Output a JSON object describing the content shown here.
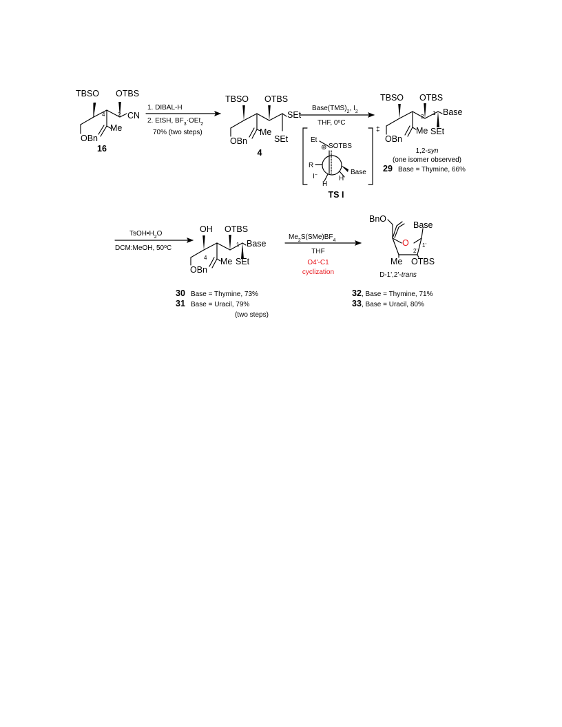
{
  "colors": {
    "text": "#000000",
    "accent_red": "#e8161b",
    "background": "#ffffff"
  },
  "compound16": {
    "tbso": "TBSO",
    "otbs": "OTBS",
    "cn": "CN",
    "c4": "4",
    "c2": "2",
    "me": "Me",
    "obn": "OBn",
    "label": "16"
  },
  "arrow1": {
    "step1": "1. DIBAL-H",
    "step2a": "2. EtSH, BF",
    "sub3": "3",
    "step2b": "·OEt",
    "sub2": "2",
    "yield": "70% (two steps)"
  },
  "compound4": {
    "tbso": "TBSO",
    "otbs": "OTBS",
    "set1": "SEt",
    "set2": "SEt",
    "me": "Me",
    "obn": "OBn",
    "label": "4"
  },
  "arrow2": {
    "reagent": "Base(TMS)",
    "sub2": "2",
    "reagent2": ", I",
    "sub2b": "2",
    "cond": "THF, 0",
    "deg": "o",
    "unit": "C"
  },
  "ts": {
    "et": "Et",
    "plus": "⊕",
    "sotbs": "SOTBS",
    "r": "R",
    "i": "I",
    "iminus": "−",
    "h1": "H",
    "h2": "H",
    "base": "Base",
    "dagger": "‡",
    "label": "TS I"
  },
  "compound29": {
    "tbso": "TBSO",
    "otbs": "OTBS",
    "base": "Base",
    "c2": "2",
    "c1": "1",
    "me": "Me",
    "obn": "OBn",
    "set": "SEt",
    "syn_a": "1,2-",
    "syn_b": "syn",
    "note": "(one isomer observed)",
    "label": "29",
    "desc": "Base = Thymine, 66%"
  },
  "arrow3": {
    "reagent": "TsOH•H",
    "sub2": "2",
    "reagent2": "O",
    "cond": "DCM:MeOH, 50",
    "deg": "o",
    "unit": "C"
  },
  "compound30": {
    "oh_o": "O",
    "oh_h": "H",
    "otbs": "OTBS",
    "base": "Base",
    "c4": "4",
    "c1": "1",
    "me": "Me",
    "obn": "OBn",
    "set": "SEt",
    "label30": "30",
    "desc30": "Base = Thymine, 73%",
    "label31": "31",
    "desc31": "Base = Uracil, 79%",
    "note": "(two steps)"
  },
  "arrow4": {
    "reagent_a": "Me",
    "sub2": "2",
    "reagent_b": "S(SMe)BF",
    "sub4": "4",
    "solvent": "THF",
    "red1": "O4'-C1",
    "red2": "cyclization"
  },
  "compound32": {
    "bno": "BnO",
    "base": "Base",
    "o": "O",
    "c1p": "1'",
    "c2p": "2'",
    "me": "Me",
    "otbs": "OTBS",
    "stereo_a": "D-1',2'-",
    "stereo_b": "trans",
    "label32": "32",
    "desc32": ", Base = Thymine, 71%",
    "label33": "33",
    "desc33": ", Base = Uracil, 80%"
  }
}
